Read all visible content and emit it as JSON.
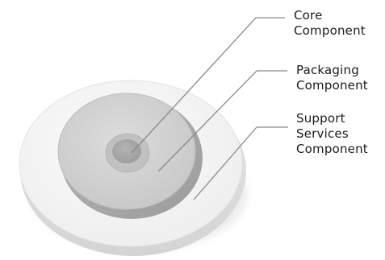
{
  "labels": {
    "core": [
      "Core",
      "Component"
    ],
    "packaging": [
      "Packaging",
      "Component"
    ],
    "support": [
      "Support",
      "Services",
      "Component"
    ]
  },
  "colors": {
    "leader_line": "#8a8a8a",
    "outer_disc": "#f4f4f4",
    "middle_disc": "#d2d2d2",
    "core_disc": "#a9a9a9"
  }
}
